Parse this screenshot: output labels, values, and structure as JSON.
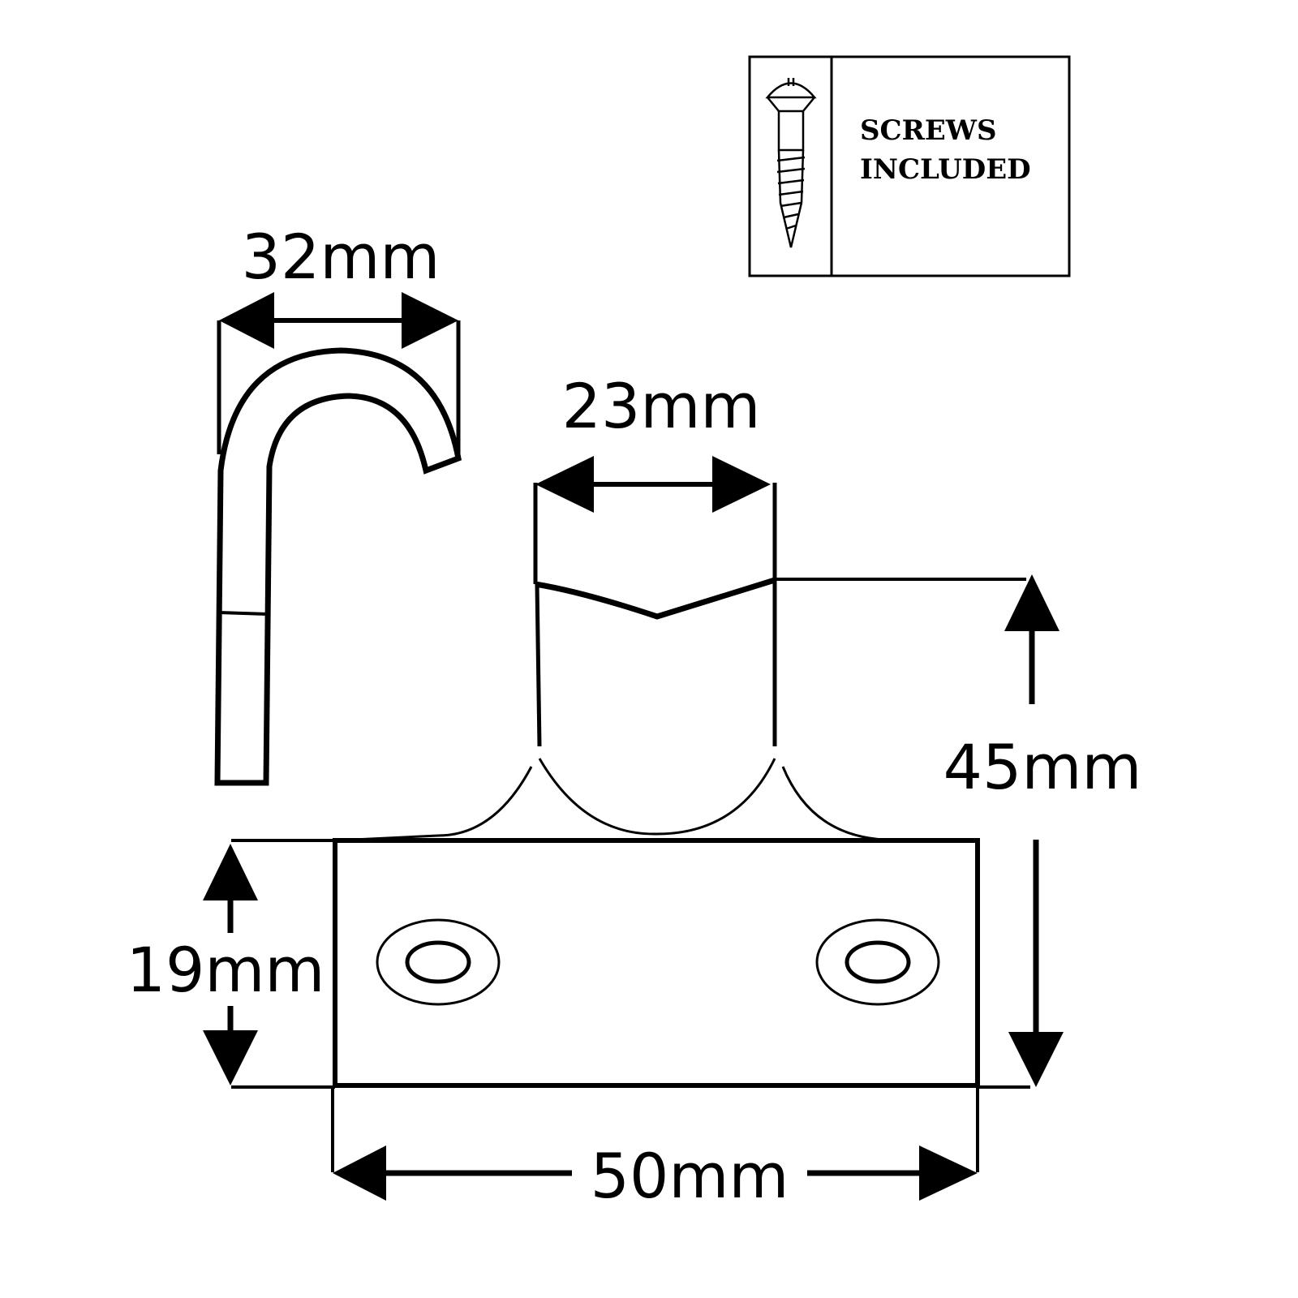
{
  "screws_box": {
    "line1": "SCREWS",
    "line2": "INCLUDED",
    "icon": "screw-icon"
  },
  "dimensions": {
    "hook_width": "32mm",
    "post_width": "23mm",
    "total_height": "45mm",
    "base_height": "19mm",
    "base_width": "50mm"
  },
  "colors": {
    "line": "#000000",
    "background": "#ffffff"
  }
}
